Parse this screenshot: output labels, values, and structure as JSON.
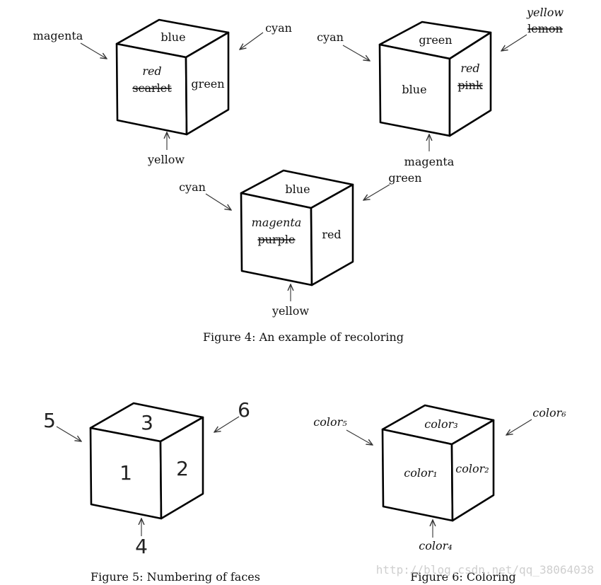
{
  "fig4": {
    "caption": "Figure 4:  An example of recoloring",
    "cube1": {
      "top": "blue",
      "front_new": "red",
      "front_old": "scarlet",
      "right": "green",
      "left_arrow": "magenta",
      "right_arrow": "cyan",
      "bottom_arrow": "yellow"
    },
    "cube2": {
      "top": "green",
      "front": "blue",
      "right_new": "red",
      "right_old": "pink",
      "left_arrow": "cyan",
      "right_arrow_new": "yellow",
      "right_arrow_old": "lemon",
      "bottom_arrow": "magenta"
    },
    "cube3": {
      "top": "blue",
      "front_new": "magenta",
      "front_old": "purple",
      "right": "red",
      "left_arrow": "cyan",
      "right_arrow": "green",
      "bottom_arrow": "yellow"
    }
  },
  "fig5": {
    "caption": "Figure 5:  Numbering of faces",
    "front": "1",
    "right": "2",
    "top": "3",
    "bottom": "4",
    "left": "5",
    "back": "6"
  },
  "fig6": {
    "caption": "Figure 6:  Coloring",
    "front": "color₁",
    "right": "color₂",
    "top": "color₃",
    "bottom": "color₄",
    "left": "color₅",
    "back": "color₆"
  },
  "watermark": "http://blog.csdn.net/qq_38064038"
}
